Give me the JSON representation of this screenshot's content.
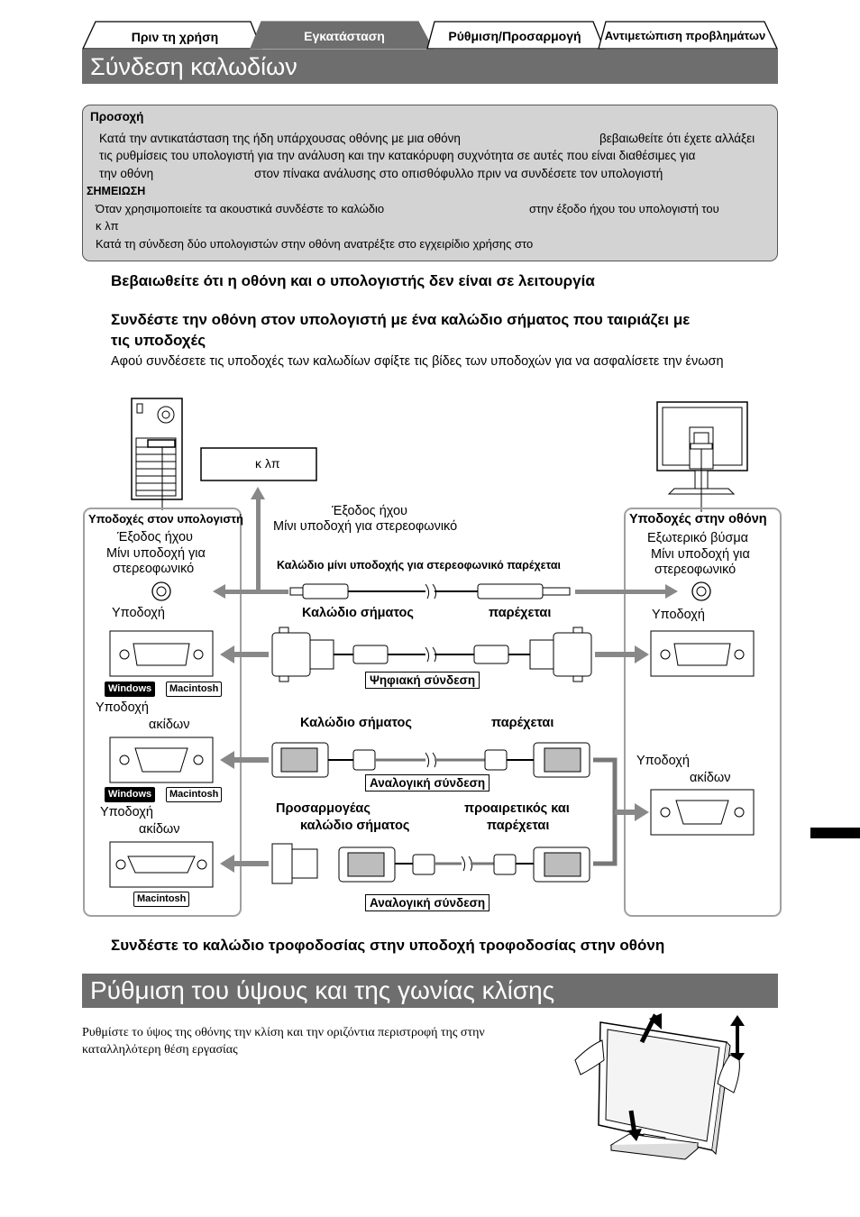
{
  "tabs": [
    {
      "label": "Πριν τη χρήση",
      "active": false
    },
    {
      "label": "Εγκατάσταση",
      "active": true
    },
    {
      "label": "Ρύθμιση/Προσαρμογή",
      "active": false
    },
    {
      "label": "Αντιμετώπιση προβλημάτων",
      "active": false
    }
  ],
  "section1": {
    "title": "Σύνδεση καλωδίων",
    "caution_heading": "Προσοχή",
    "caution_lines": [
      "Κατά την αντικατάσταση της ήδη υπάρχουσας οθόνης με μια οθόνη",
      "βεβαιωθείτε ότι έχετε αλλάξει",
      "τις ρυθμίσεις του υπολογιστή για την ανάλυση και την κατακόρυφη συχνότητα σε αυτές που είναι διαθέσιμες για",
      "την οθόνη",
      "στον πίνακα ανάλυσης  στο οπισθόφυλλο  πριν να συνδέσετε τον υπολογιστή"
    ],
    "note_heading": "ΣΗΜΕΙΩΣΗ",
    "note_lines": [
      "Όταν χρησιμοποιείτε τα ακουστικά  συνδέστε το καλώδιο",
      "στην έξοδο ήχου του υπολογιστή  του",
      "κ λπ",
      "Κατά τη σύνδεση δύο υπολογιστών στην οθόνη  ανατρέξτε στο εγχειρίδιο χρήσης στο"
    ],
    "step1": "Βεβαιωθείτε ότι η οθόνη και ο υπολογιστής δεν είναι σε λειτουργία",
    "step2_line1": "Συνδέστε την οθόνη στον υπολογιστή με ένα καλώδιο σήματος που ταιριάζει με",
    "step2_line2": "τις υποδοχές",
    "step2_desc": "Αφού συνδέσετε τις υποδοχές των καλωδίων  σφίξτε τις βίδες των υποδοχών για να ασφαλίσετε την ένωση",
    "step3": "Συνδέστε το καλώδιο τροφοδοσίας στην υποδοχή τροφοδοσίας στην οθόνη"
  },
  "diagram": {
    "audio_device_box": "κ λπ",
    "audio_out_top_1": "Έξοδος ήχου",
    "audio_out_top_2": "Μίνι υποδοχή για στερεοφωνικό",
    "left_panel_title": "Υποδοχές στον υπολογιστή",
    "left_audio_1": "Έξοδος ήχου",
    "left_audio_2": "Μίνι υποδοχή για",
    "left_audio_3": "στερεοφωνικό",
    "left_port_dvi": "Υποδοχή",
    "left_port_vga_1": "Υποδοχή",
    "left_port_vga_2": "ακίδων",
    "left_port_mac_1": "Υποδοχή",
    "left_port_mac_2": "ακίδων",
    "badge_windows": "Windows",
    "badge_macintosh": "Macintosh",
    "right_panel_title": "Υποδοχές στην οθόνη",
    "right_audio_1": "Εξωτερικό βύσμα",
    "right_audio_2": "Μίνι υποδοχή για",
    "right_audio_3": "στερεοφωνικό",
    "right_port_dvi": "Υποδοχή",
    "right_port_vga_1": "Υποδοχή",
    "right_port_vga_2": "ακίδων",
    "audio_cable": "Καλώδιο μίνι υποδοχής για στερεοφωνικό  παρέχεται",
    "dvi_cable_left": "Καλώδιο σήματος",
    "dvi_cable_right": "παρέχεται",
    "digital_connection": "Ψηφιακή σύνδεση",
    "vga_cable_left": "Καλώδιο σήματος",
    "vga_cable_right": "παρέχεται",
    "analog_connection": "Αναλογική σύνδεση",
    "adapter_left_1": "Προσαρμογέας",
    "adapter_left_2": "καλώδιο σήματος",
    "adapter_right_1": "προαιρετικός  και",
    "adapter_right_2": "παρέχεται"
  },
  "section2": {
    "title": "Ρύθμιση του ύψους και της γωνίας κλίσης",
    "desc_line1": "Ρυθμίστε το ύψος της οθόνης  την κλίση και την οριζόντια περιστροφή της στην",
    "desc_line2": "καταλληλότερη θέση εργασίας"
  },
  "colors": {
    "section_bar": "#6e6e6e",
    "note_bg": "#d3d3d3",
    "arrow": "#888888"
  }
}
